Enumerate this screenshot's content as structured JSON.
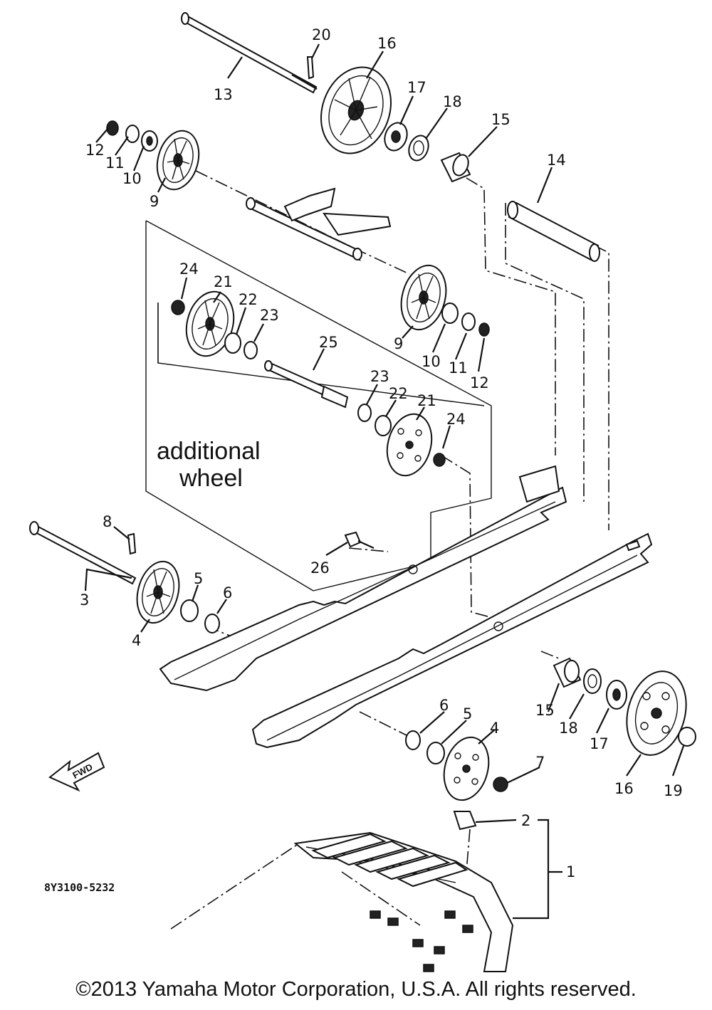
{
  "diagram": {
    "callouts": {
      "c20": "20",
      "c16a": "16",
      "c13": "13",
      "c17a": "17",
      "c18a": "18",
      "c15a": "15",
      "c14": "14",
      "c12a": "12",
      "c11a": "11",
      "c10a": "10",
      "c9a": "9",
      "c24a": "24",
      "c21a": "21",
      "c22a": "22",
      "c23a": "23",
      "c9b": "9",
      "c10b": "10",
      "c11b": "11",
      "c12b": "12",
      "c25": "25",
      "c23b": "23",
      "c22b": "22",
      "c21b": "21",
      "c24b": "24",
      "c8": "8",
      "c26": "26",
      "c3": "3",
      "c5a": "5",
      "c6a": "6",
      "c4a": "4",
      "c6b": "6",
      "c5b": "5",
      "c4b": "4",
      "c7": "7",
      "c15b": "15",
      "c18b": "18",
      "c17b": "17",
      "c16b": "16",
      "c19": "19",
      "c2": "2",
      "c1": "1"
    },
    "additional_wheel_line1": "additional",
    "additional_wheel_line2": "wheel",
    "fwd_arrow_label": "FWD",
    "diagram_code": "8Y3100-5232"
  },
  "footer": {
    "copyright": "©2013 Yamaha Motor Corporation, U.S.A. All rights reserved."
  }
}
